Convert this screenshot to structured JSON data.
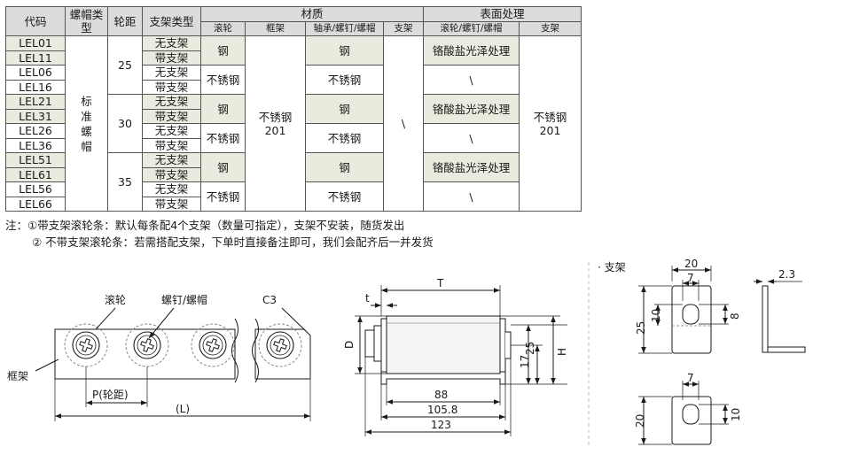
{
  "table": {
    "headers": {
      "code": "代码",
      "nut_type": "螺帽类型",
      "pitch": "轮距",
      "bracket_type": "支架类型",
      "material": "材质",
      "surface": "表面处理",
      "mat_roller": "滚轮",
      "mat_frame": "框架",
      "mat_bearing": "轴承/螺钉/螺帽",
      "mat_bracket": "支架",
      "surf_roller": "滚轮/螺钉/螺帽",
      "surf_bracket": "支架"
    },
    "codes": [
      "LEL01",
      "LEL11",
      "LEL06",
      "LEL16",
      "LEL21",
      "LEL31",
      "LEL26",
      "LEL36",
      "LEL51",
      "LEL61",
      "LEL56",
      "LEL66"
    ],
    "nut_type_value": "标准螺帽",
    "pitches": [
      "25",
      "30",
      "35"
    ],
    "brackets": [
      "无支架",
      "带支架",
      "无支架",
      "带支架",
      "无支架",
      "带支架",
      "无支架",
      "带支架",
      "无支架",
      "带支架",
      "无支架",
      "带支架"
    ],
    "roller_material": [
      "钢",
      "不锈钢",
      "钢",
      "不锈钢",
      "钢",
      "不锈钢"
    ],
    "frame_material": "不锈钢\n201",
    "bearing_material": [
      "钢",
      "不锈钢",
      "钢",
      "不锈钢",
      "钢",
      "不锈钢"
    ],
    "bracket_material": "\\",
    "roller_surface": [
      "铬酸盐光泽处理",
      "\\",
      "铬酸盐光泽处理",
      "\\",
      "铬酸盐光泽处理",
      "\\"
    ],
    "bracket_surface": "不锈钢\n201"
  },
  "notes": {
    "line1": "注：①带支架滚轮条：默认每条配4个支架（数量可指定），支架不安装，随货发出",
    "line2": "② 不带支架滚轮条：若需搭配支架，下单时直接备注即可，我们会配齐后一并发货"
  },
  "drawing_front": {
    "label_roller": "滚轮",
    "label_screw": "螺钉/螺帽",
    "label_c3": "C3",
    "label_frame": "框架",
    "label_pitch": "P(轮距)",
    "label_length": "(L)"
  },
  "drawing_side": {
    "T": "T",
    "t": "t",
    "D": "D",
    "dim_25": "25",
    "dim_17": "17",
    "H": "H",
    "dim_88": "88",
    "dim_105_8": "105.8",
    "dim_123": "123"
  },
  "drawing_bracket": {
    "title": "· 支架",
    "top_20": "20",
    "top_7": "7",
    "top_25": "25",
    "top_10": "10",
    "top_8": "8",
    "side_2_3": "2.3",
    "bot_7": "7",
    "bot_20": "20",
    "bot_10": "10"
  }
}
